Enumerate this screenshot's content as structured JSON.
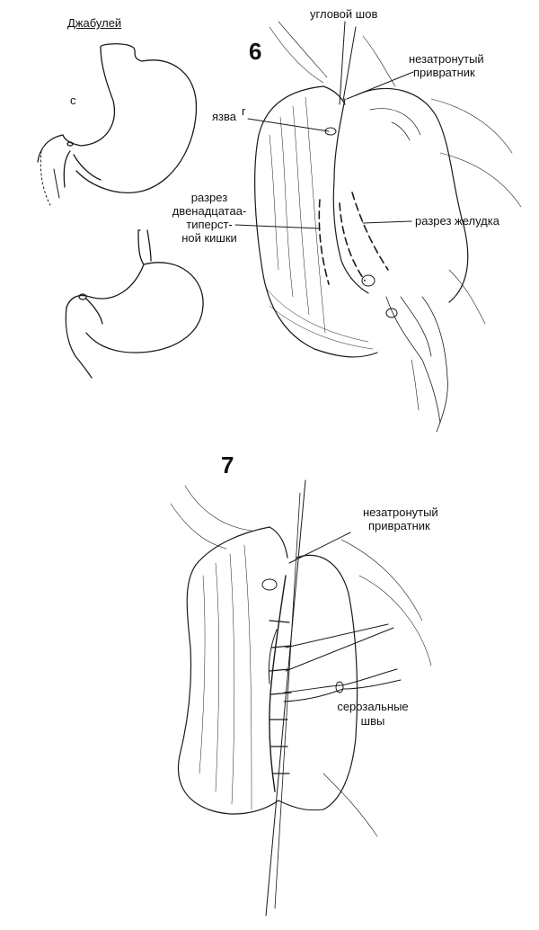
{
  "author": "Джабулей",
  "panel6": {
    "number": "6",
    "labels": {
      "angle_suture": "угловой шов",
      "pylorus_line1": "незатронутый",
      "pylorus_line2": "привратник",
      "ulcer": "язва",
      "ulcer_mark": "r",
      "duod_line1": "разрез",
      "duod_line2": "двенадцатаа-",
      "duod_line3": "типерст-",
      "duod_line4": "ной кишки",
      "stomach_cut": "разрез желудка"
    },
    "sketch_letter": "c"
  },
  "panel7": {
    "number": "7",
    "labels": {
      "pylorus_line1": "незатронутый",
      "pylorus_line2": "привратник",
      "serosal_line1": "серозальные",
      "serosal_line2": "швы"
    }
  },
  "colors": {
    "ink": "#1a1a1a",
    "background": "#ffffff"
  }
}
